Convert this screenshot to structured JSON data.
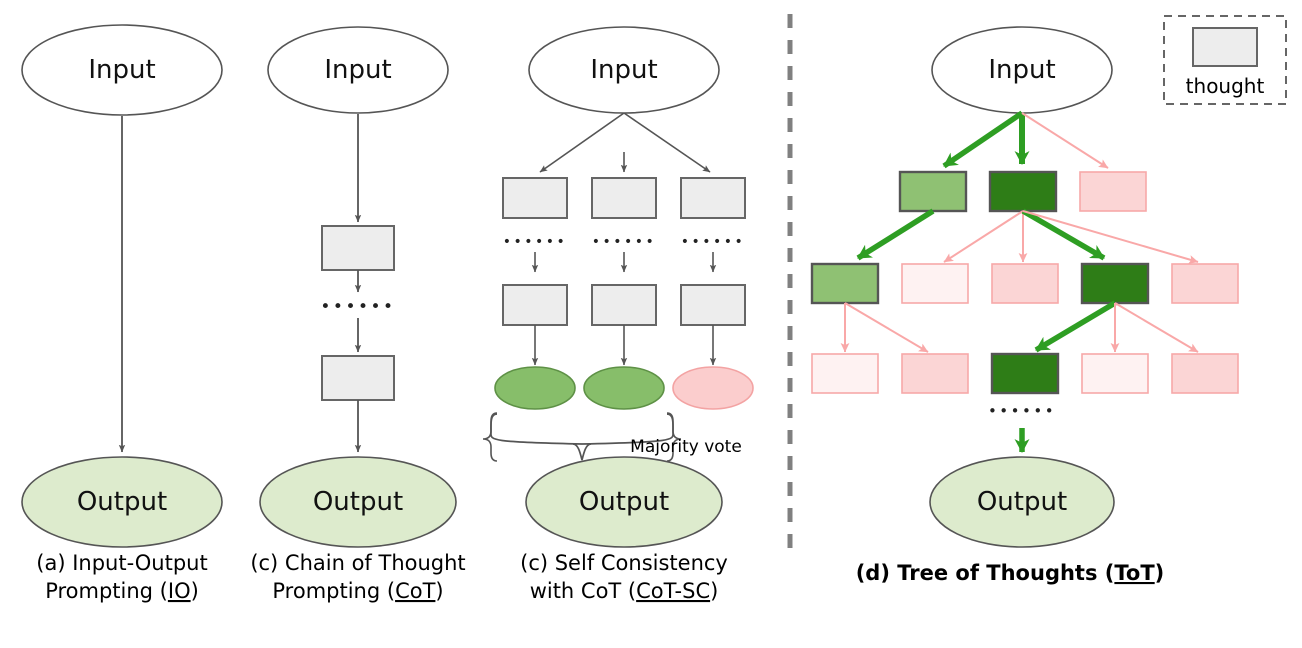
{
  "figure": {
    "panels": [
      {
        "id": "io",
        "caption_line1": "(a) Input-Output",
        "caption_line2_pre": "Prompting (",
        "caption_line2_underline": "IO",
        "caption_line2_post": ")",
        "input_label": "Input",
        "output_label": "Output",
        "thought_boxes": 0,
        "ellipsis": ""
      },
      {
        "id": "cot",
        "caption_line1": "(c) Chain of Thought",
        "caption_line2_pre": "Prompting (",
        "caption_line2_underline": "CoT",
        "caption_line2_post": ")",
        "input_label": "Input",
        "output_label": "Output",
        "thought_boxes": 2,
        "ellipsis": "••••••"
      },
      {
        "id": "cotsc",
        "caption_line1": "(c) Self Consistency",
        "caption_line2_pre": "with CoT (",
        "caption_line2_underline": "CoT-SC",
        "caption_line2_post": ")",
        "input_label": "Input",
        "output_label": "Output",
        "branches": 3,
        "ellipsis": "••••••",
        "vote_label": "Majority vote",
        "chain_results": [
          "green",
          "green",
          "pink"
        ]
      },
      {
        "id": "tot",
        "caption_pre": "(d) Tree of Thoughts (",
        "caption_underline": "ToT",
        "caption_post": ")",
        "input_label": "Input",
        "output_label": "Output",
        "ellipsis": "••••••",
        "rows": [
          {
            "row": 1,
            "nodes": [
              "green-light",
              "green-dark",
              "pink"
            ]
          },
          {
            "row": 2,
            "nodes": [
              "green-light",
              "pink-pale",
              "pink",
              "green-dark",
              "pink"
            ]
          },
          {
            "row": 3,
            "nodes": [
              "pink-pale",
              "pink",
              "green-dark",
              "pink-pale",
              "pink"
            ]
          }
        ]
      }
    ],
    "legend": {
      "label": "thought",
      "box_fill": "#EDEDED",
      "box_stroke": "#666666",
      "border_style": "dashed"
    },
    "divider": {
      "style": "dashed",
      "color": "#808080"
    }
  },
  "colors": {
    "input_fill": "#FFFFFF",
    "output_fill": "#DDEBCD",
    "ellipse_stroke": "#555555",
    "thought_fill": "#EDEDED",
    "thought_stroke": "#666666",
    "green_ellipse": "#87BE6A",
    "green_ellipse_stroke": "#5E9146",
    "pink_ellipse": "#FBCDCD",
    "pink_ellipse_stroke": "#F3A3A3",
    "green_light": "#8FC173",
    "green_dark": "#2E7D17",
    "pink": "#FBD5D5",
    "pink_pale": "#FEF2F2",
    "pink_stroke": "#F7A8A8",
    "arrow_gray": "#555555",
    "arrow_green": "#2E9E23",
    "arrow_pink": "#F9A8A8",
    "node_stroke_dark": "#555555"
  }
}
